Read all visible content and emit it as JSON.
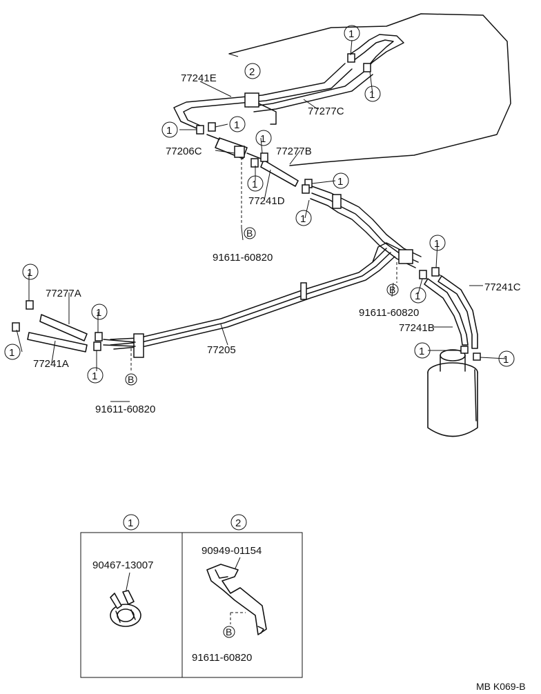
{
  "parts": {
    "p77241E": "77241E",
    "p77277C": "77277C",
    "p77206C": "77206C",
    "p77277B": "77277B",
    "p77241D": "77241D",
    "p91611_60820_a": "91611-60820",
    "p77241C": "77241C",
    "p91611_60820_b": "91611-60820",
    "p77241B": "77241B",
    "p77277A": "77277A",
    "p77241A": "77241A",
    "p77205": "77205",
    "p91611_60820_c": "91611-60820"
  },
  "callouts": {
    "one": "1",
    "two": "2",
    "b": "B"
  },
  "detail": {
    "box1_title": "1",
    "box2_title": "2",
    "box1_part": "90467-13007",
    "box2_part": "90949-01154",
    "box2_bolt": "91611-60820"
  },
  "footer": {
    "code": "MB K069-B"
  }
}
